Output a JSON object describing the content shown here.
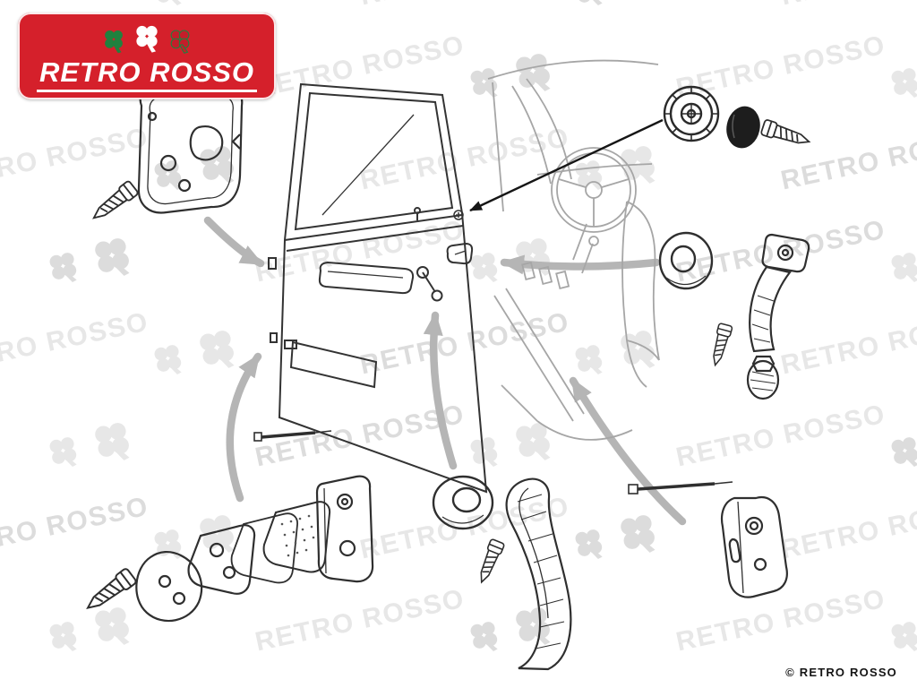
{
  "logo": {
    "brand": "RETRO ROSSO",
    "clover_icons": [
      "clover-green-icon",
      "clover-white-icon",
      "clover-red-icon"
    ],
    "background_color": "#d5202b",
    "text_color": "#ffffff"
  },
  "watermark": {
    "text": "RETRO ROSSO",
    "icon": "clover-icon",
    "color_light": "#e7e7e7",
    "color_dark": "#dcdcdc",
    "rotation_deg": -12
  },
  "footer": {
    "copyright": "© RETRO ROSSO"
  },
  "colors": {
    "brand_red": "#d5202b",
    "brand_green": "#20813e",
    "line_dark": "#2f2f2f",
    "interior_gray": "#a6a6a6",
    "arrow_gray": "#b5b5b5",
    "cap_black": "#1d1d1d"
  },
  "diagram": {
    "description": "Exploded parts diagram of a classic car front door interior: door panel with window, window winder knob and cap, escutcheon bezels, window regulator handle, interior handle trim, lock plates, gaskets, brackets, rods and mounting screws",
    "parts": [
      {
        "name": "door-lock-backplate"
      },
      {
        "name": "mounting-screw-top-left"
      },
      {
        "name": "window-winder-knob"
      },
      {
        "name": "winder-black-cap"
      },
      {
        "name": "mounting-screw-top-right"
      },
      {
        "name": "escutcheon-bezel"
      },
      {
        "name": "window-regulator-handle"
      },
      {
        "name": "mounting-screw-right"
      },
      {
        "name": "lock-remote-pin"
      },
      {
        "name": "latch-gasket"
      },
      {
        "name": "latch-plate"
      },
      {
        "name": "latch-packing"
      },
      {
        "name": "anti-rattle-pad"
      },
      {
        "name": "lock-bracket"
      },
      {
        "name": "mounting-screw-bottom-left"
      },
      {
        "name": "handle-escutcheon-ring"
      },
      {
        "name": "interior-handle-trim"
      },
      {
        "name": "mounting-screw-bottom-center"
      },
      {
        "name": "link-rod"
      },
      {
        "name": "lock-mounting-bracket"
      },
      {
        "name": "door-assembly"
      },
      {
        "name": "car-interior-background"
      }
    ]
  }
}
